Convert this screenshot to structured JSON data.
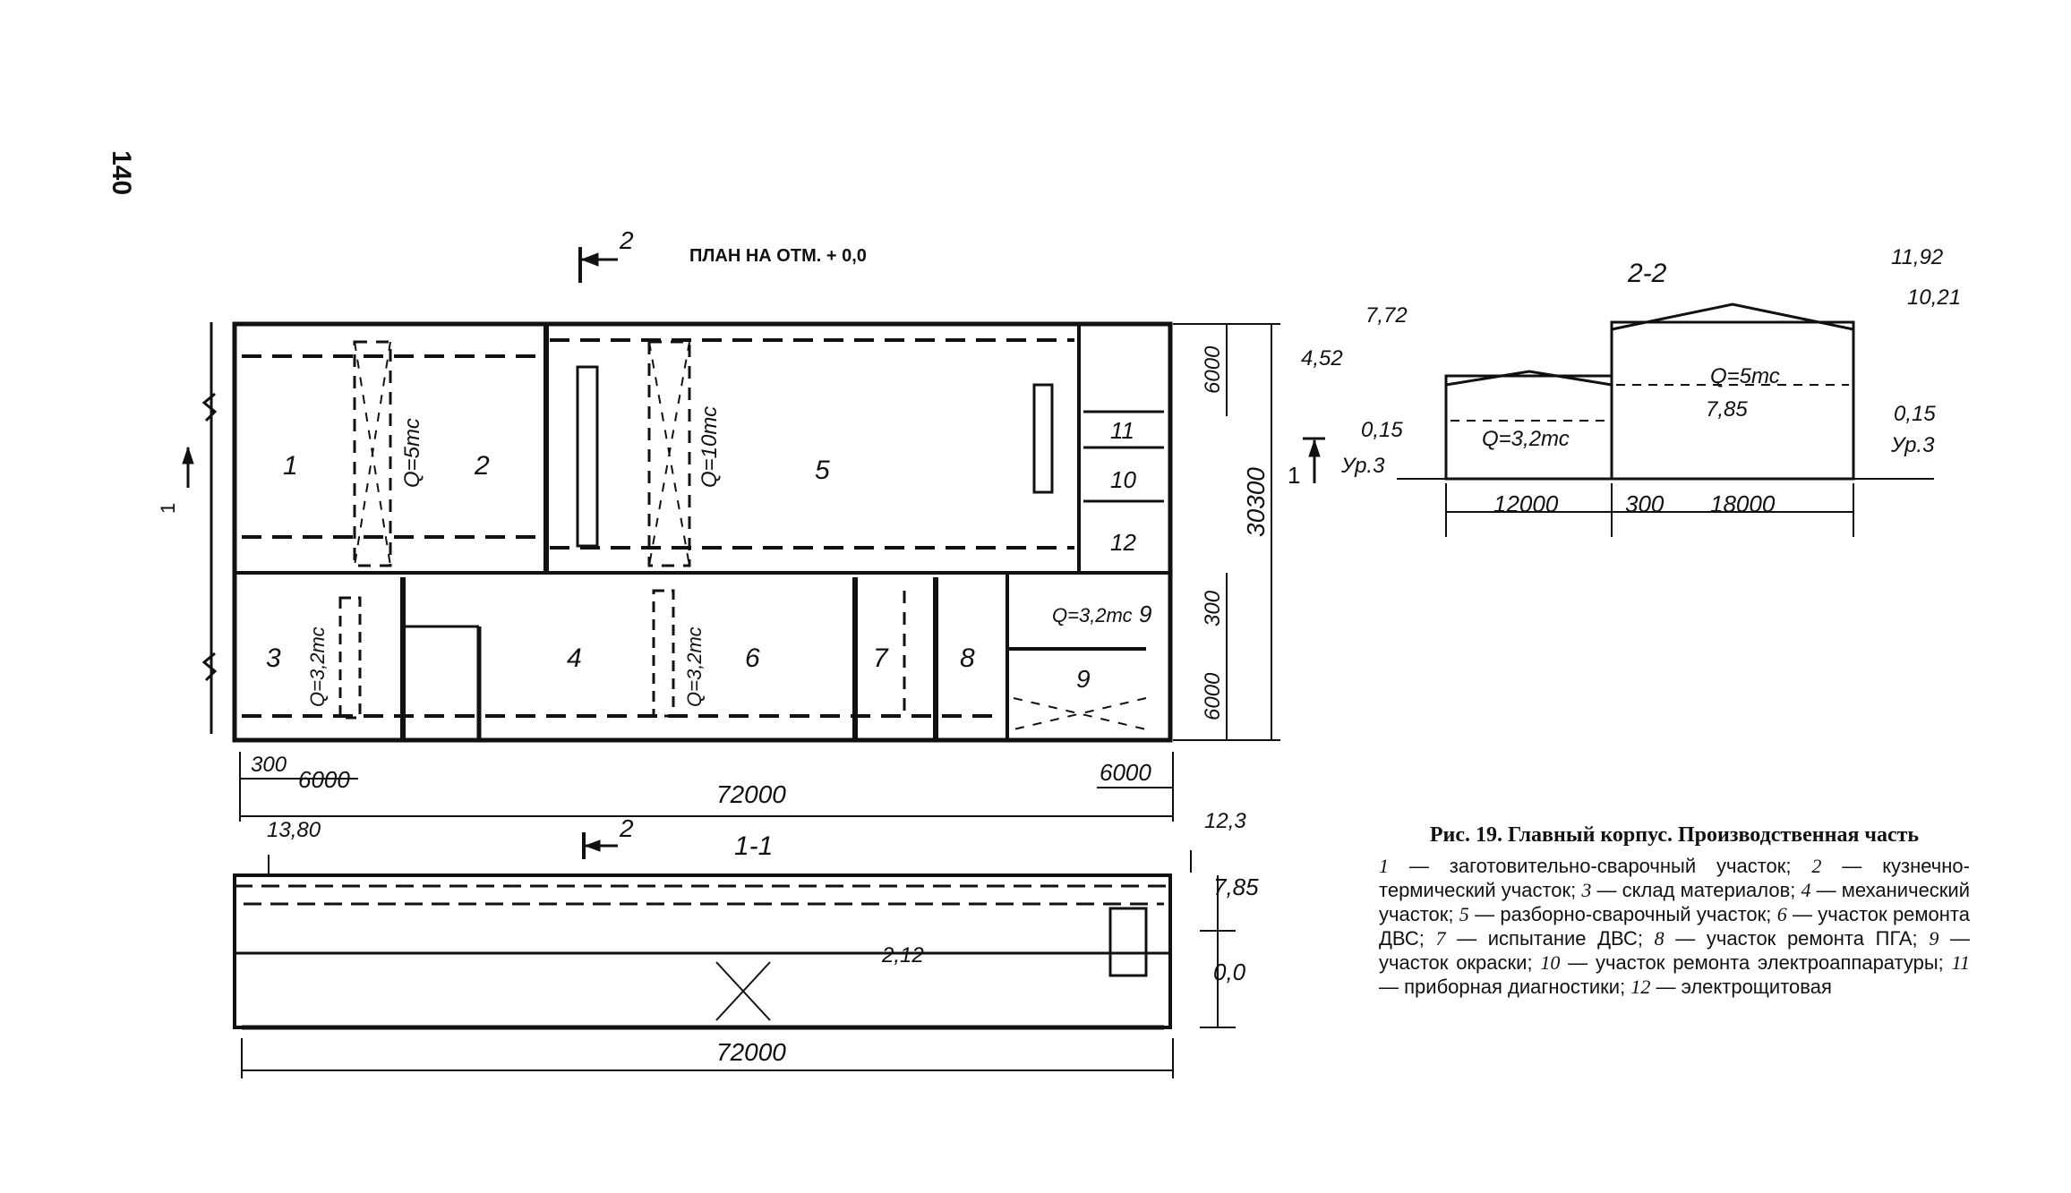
{
  "page_number": "140",
  "plan": {
    "title": "ПЛАН НА ОТМ. + 0,0",
    "section_mark": "2",
    "section_mark_side": "1",
    "room_labels": [
      "1",
      "2",
      "3",
      "4",
      "5",
      "6",
      "7",
      "8",
      "9",
      "9",
      "10",
      "11",
      "12"
    ],
    "cranes": [
      "Q=5тс",
      "Q=10тс",
      "Q=3,2тс",
      "Q=3,2тс",
      "Q=3,2тс"
    ],
    "dims": {
      "overall_length": "72000",
      "bay_left": "6000",
      "offset_left": "300",
      "bay_right": "6000",
      "height_total": "30300",
      "height_top": "6000",
      "height_mid": "300",
      "height_bottom": "6000"
    }
  },
  "section_11": {
    "title": "1-1",
    "section_mark": "2",
    "elev_left": "13,80",
    "elev_right": "12,3",
    "elev_mid": "7,85",
    "elev_floor": "0,0",
    "elev_inner": "2,12",
    "length": "72000"
  },
  "section_22": {
    "title": "2-2",
    "elev_top_right": "11,92",
    "elev_second_right": "10,21",
    "elev_772": "7,72",
    "elev_452": "4,52",
    "elev_015_left": "0,15",
    "ground_left": "Ур.3",
    "elev_015_right": "0,15",
    "ground_right": "Ур.3",
    "crane_small": "Q=3,2тс",
    "crane_big": "Q=5тс",
    "elev_785": "7,85",
    "span_left": "12000",
    "joint": "300",
    "span_right": "18000"
  },
  "caption": {
    "title": "Рис. 19. Главный корпус. Производственная часть",
    "items": [
      {
        "num": "1",
        "text": "заготовительно-сварочный участок;"
      },
      {
        "num": "2",
        "text": "кузнечно-термический участок;"
      },
      {
        "num": "3",
        "text": "склад материалов;"
      },
      {
        "num": "4",
        "text": "механический участок;"
      },
      {
        "num": "5",
        "text": "разборно-сварочный участок;"
      },
      {
        "num": "6",
        "text": "участок ремонта ДВС;"
      },
      {
        "num": "7",
        "text": "испытание ДВС;"
      },
      {
        "num": "8",
        "text": "участок ремонта ПГА;"
      },
      {
        "num": "9",
        "text": "участок окраски;"
      },
      {
        "num": "10",
        "text": "участок ремонта электроаппаратуры;"
      },
      {
        "num": "11",
        "text": "приборная диагностики;"
      },
      {
        "num": "12",
        "text": "электрощитовая"
      }
    ]
  }
}
